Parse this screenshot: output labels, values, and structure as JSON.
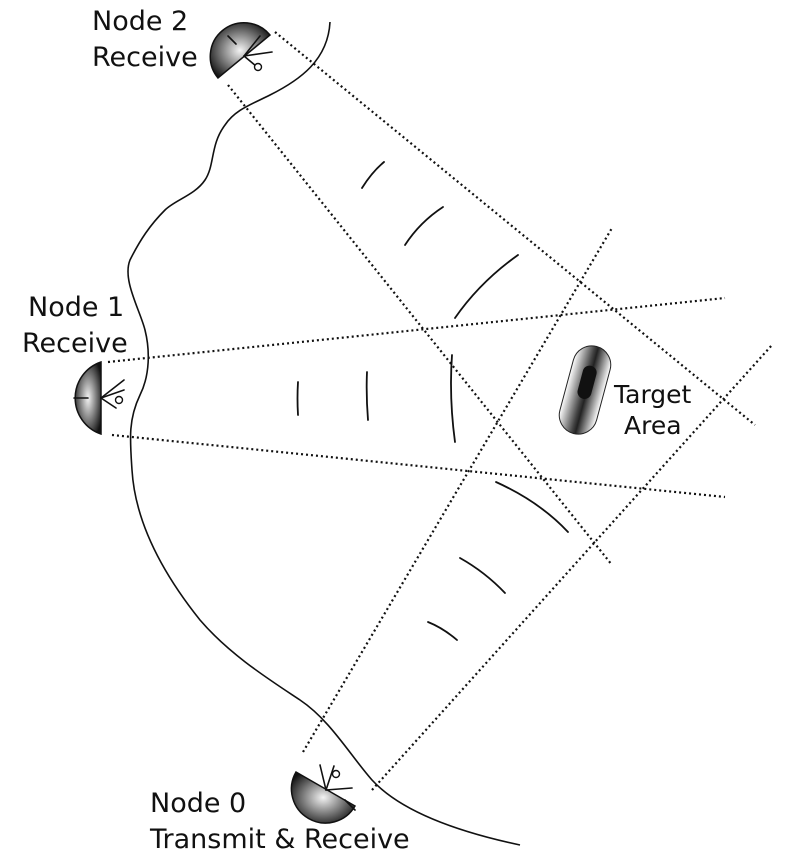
{
  "diagram": {
    "nodes": [
      {
        "id": "node0",
        "name": "Node 0",
        "role": "Transmit & Receive"
      },
      {
        "id": "node1",
        "name": "Node 1",
        "role": "Receive"
      },
      {
        "id": "node2",
        "name": "Node 2",
        "role": "Receive"
      }
    ],
    "target": {
      "label_line1": "Target",
      "label_line2": "Area"
    },
    "colors": {
      "ink": "#111111",
      "background": "#ffffff"
    }
  }
}
